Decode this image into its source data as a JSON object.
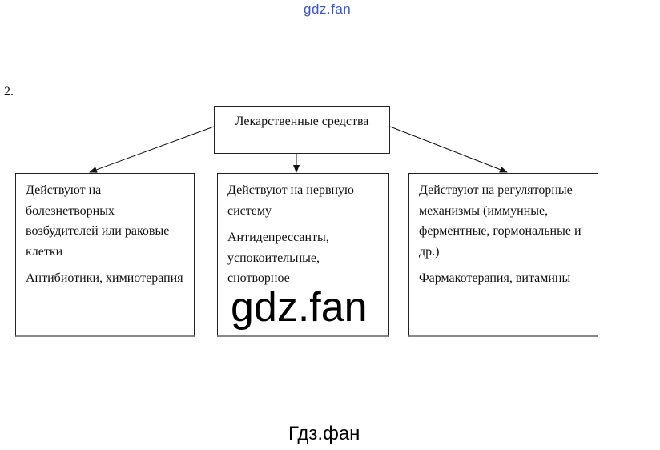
{
  "watermark_top": "gdz.fan",
  "item_number": "2.",
  "root": {
    "label": "Лекарственные средства"
  },
  "branches": [
    {
      "effect": "Действуют на болезнетворных возбудителей или раковые клетки",
      "examples": "Антибиотики, химиотерапия"
    },
    {
      "effect": "Действуют на нервную систему",
      "examples": "Антидепрессанты, успокоительные, снотворное"
    },
    {
      "effect": "Действуют на регуляторные механизмы (иммунные, ферментные, гормональные и др.)",
      "examples": "Фармакотерапия, витамины"
    }
  ],
  "watermark_center": "gdz.fan",
  "watermark_bottom": "Гдз.фан"
}
